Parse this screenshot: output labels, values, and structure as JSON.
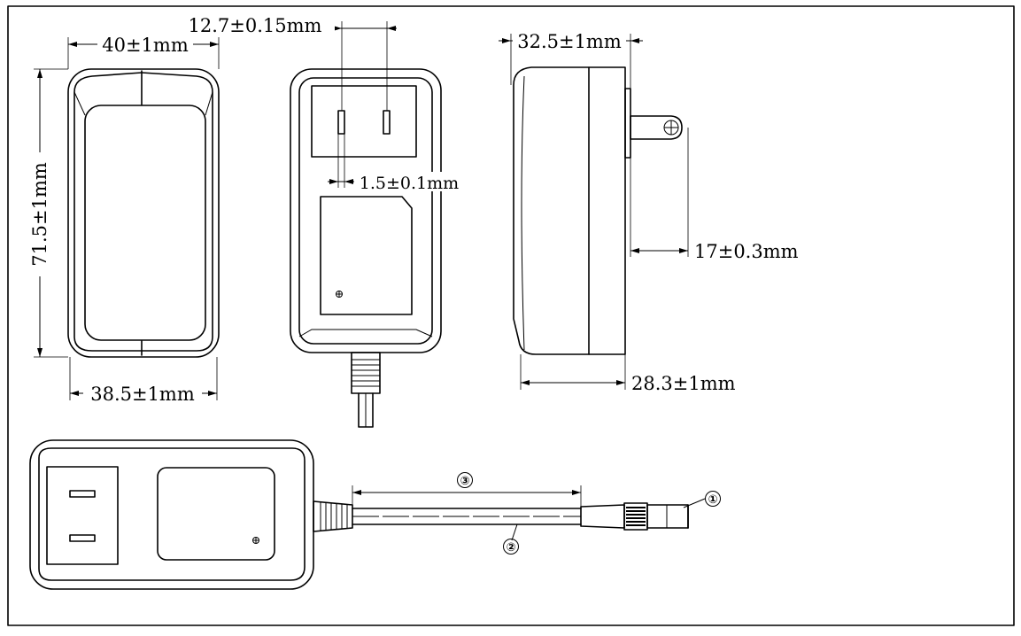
{
  "dimensions": {
    "front_width": "40±1mm",
    "front_bottom_width": "38.5±1mm",
    "front_height": "71.5±1mm",
    "pin_spacing": "12.7±0.15mm",
    "pin_thickness": "1.5±0.1mm",
    "side_top_depth": "32.5±1mm",
    "side_bottom_depth": "28.3±1mm",
    "pin_length": "17±0.3mm"
  },
  "callouts": {
    "c1": "①",
    "c2": "②",
    "c3": "③"
  }
}
